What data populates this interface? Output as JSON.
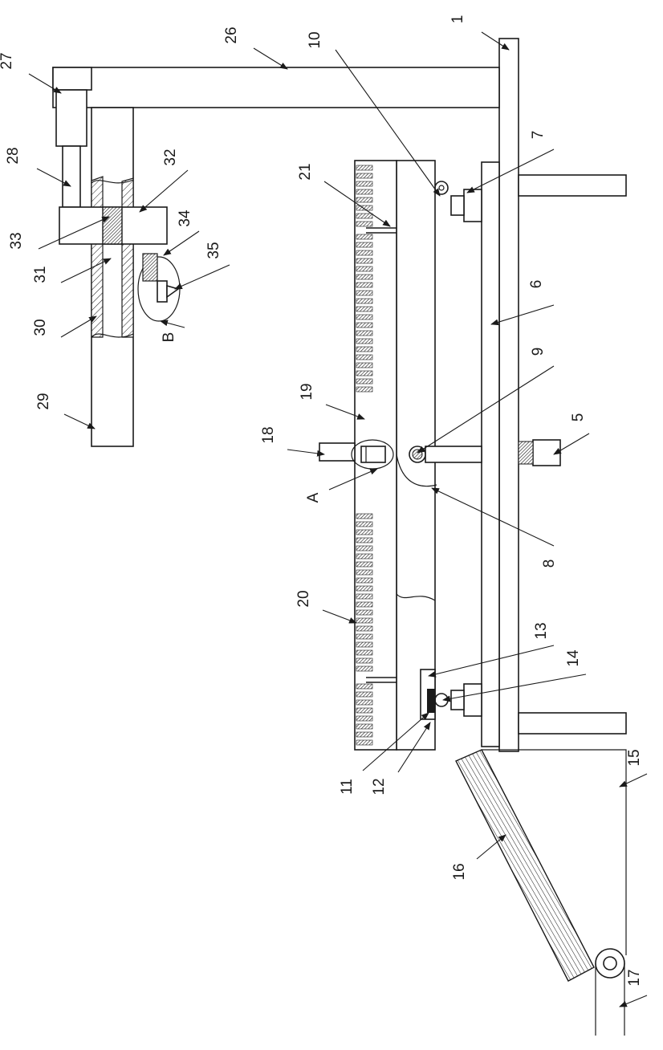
{
  "drawing": {
    "callouts": [
      {
        "id": "c1",
        "text": "1"
      },
      {
        "id": "c5",
        "text": "5"
      },
      {
        "id": "c6",
        "text": "6"
      },
      {
        "id": "c7",
        "text": "7"
      },
      {
        "id": "c8",
        "text": "8"
      },
      {
        "id": "c9",
        "text": "9"
      },
      {
        "id": "c10",
        "text": "10"
      },
      {
        "id": "c11",
        "text": "11"
      },
      {
        "id": "c12",
        "text": "12"
      },
      {
        "id": "c13",
        "text": "13"
      },
      {
        "id": "c14",
        "text": "14"
      },
      {
        "id": "c15",
        "text": "15"
      },
      {
        "id": "c16",
        "text": "16"
      },
      {
        "id": "c17",
        "text": "17"
      },
      {
        "id": "c18",
        "text": "18"
      },
      {
        "id": "c19",
        "text": "19"
      },
      {
        "id": "c20",
        "text": "20"
      },
      {
        "id": "c21",
        "text": "21"
      },
      {
        "id": "c26",
        "text": "26"
      },
      {
        "id": "c27",
        "text": "27"
      },
      {
        "id": "c28",
        "text": "28"
      },
      {
        "id": "c29",
        "text": "29"
      },
      {
        "id": "c30",
        "text": "30"
      },
      {
        "id": "c31",
        "text": "31"
      },
      {
        "id": "c32",
        "text": "32"
      },
      {
        "id": "c33",
        "text": "33"
      },
      {
        "id": "c34",
        "text": "34"
      },
      {
        "id": "c35",
        "text": "35"
      },
      {
        "id": "cA",
        "text": "A"
      },
      {
        "id": "cB",
        "text": "B"
      }
    ]
  }
}
